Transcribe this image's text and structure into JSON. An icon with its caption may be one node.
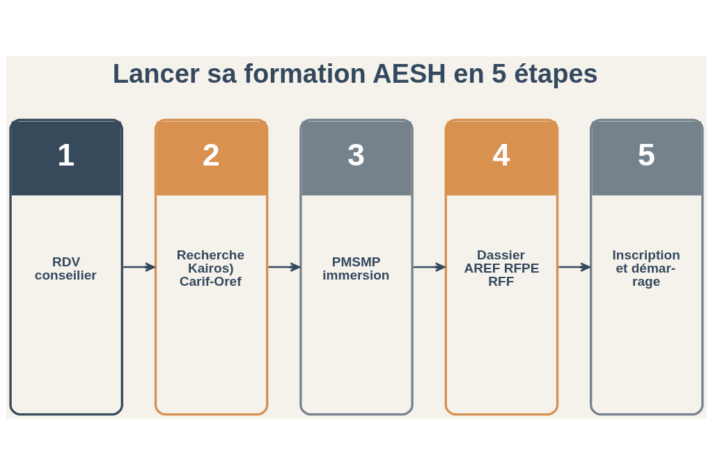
{
  "diagram": {
    "title": "Lancer sa formation AESH en 5 étapes",
    "nodes": [
      {
        "text": [
          "1",
          "RDV conseilier"
        ]
      },
      {
        "text": [
          "2",
          "Recherche Kairos) Carif-Oref"
        ]
      },
      {
        "text": [
          "3",
          "PMSMP immersion"
        ]
      },
      {
        "text": [
          "4",
          "Dassier AREF RFPE RFF"
        ]
      },
      {
        "text": [
          "5",
          "Inscription et démar- rage"
        ]
      }
    ],
    "edges": [
      {
        "from": 0,
        "to": 1,
        "arrow": "to"
      },
      {
        "from": 1,
        "to": 2,
        "arrow": "to"
      },
      {
        "from": 2,
        "to": 3,
        "arrow": "to"
      },
      {
        "from": 3,
        "to": 4,
        "arrow": "to"
      }
    ]
  }
}
